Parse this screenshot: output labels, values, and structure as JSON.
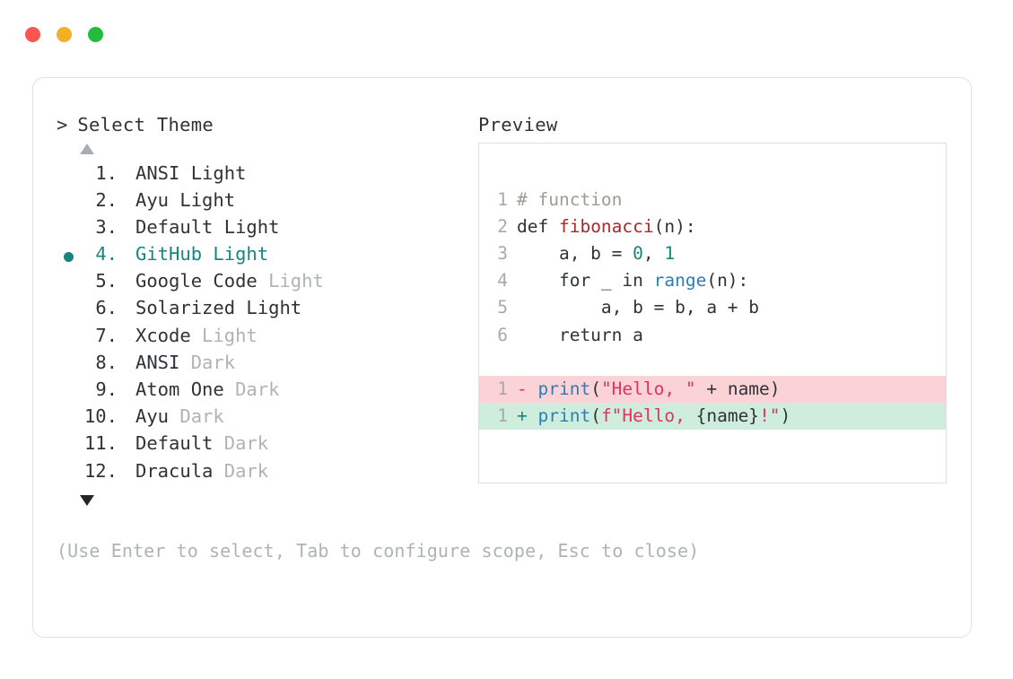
{
  "window": {
    "traffic_lights": [
      {
        "name": "close",
        "color": "#f9564f"
      },
      {
        "name": "minimize",
        "color": "#f2b029"
      },
      {
        "name": "maximize",
        "color": "#22bb3b"
      }
    ]
  },
  "selector": {
    "prompt_caret": ">",
    "title": "Select Theme",
    "scroll_up_icon": "triangle-up",
    "scroll_down_icon": "triangle-down",
    "selected_index": 4,
    "selected_color": "#17867e",
    "items": [
      {
        "number": "1.",
        "name": "ANSI Light",
        "variant": "",
        "selected": false
      },
      {
        "number": "2.",
        "name": "Ayu Light",
        "variant": "",
        "selected": false
      },
      {
        "number": "3.",
        "name": "Default Light",
        "variant": "",
        "selected": false
      },
      {
        "number": "4.",
        "name": "GitHub Light",
        "variant": "",
        "selected": true
      },
      {
        "number": "5.",
        "name": "Google Code",
        "variant": " Light",
        "selected": false
      },
      {
        "number": "6.",
        "name": "Solarized Light",
        "variant": "",
        "selected": false
      },
      {
        "number": "7.",
        "name": "Xcode",
        "variant": " Light",
        "selected": false
      },
      {
        "number": "8.",
        "name": "ANSI",
        "variant": " Dark",
        "selected": false
      },
      {
        "number": "9.",
        "name": "Atom One",
        "variant": " Dark",
        "selected": false
      },
      {
        "number": "10.",
        "name": "Ayu",
        "variant": " Dark",
        "selected": false
      },
      {
        "number": "11.",
        "name": "Default",
        "variant": " Dark",
        "selected": false
      },
      {
        "number": "12.",
        "name": "Dracula",
        "variant": " Dark",
        "selected": false
      }
    ]
  },
  "preview": {
    "title": "Preview",
    "code_lines": [
      {
        "number": "1",
        "tokens": [
          {
            "t": "# function",
            "c": "comment"
          }
        ]
      },
      {
        "number": "2",
        "tokens": [
          {
            "t": "def ",
            "c": "plain"
          },
          {
            "t": "fibonacci",
            "c": "func"
          },
          {
            "t": "(n):",
            "c": "plain"
          }
        ]
      },
      {
        "number": "3",
        "tokens": [
          {
            "t": "    a, b = ",
            "c": "plain"
          },
          {
            "t": "0",
            "c": "num"
          },
          {
            "t": ", ",
            "c": "plain"
          },
          {
            "t": "1",
            "c": "num"
          }
        ]
      },
      {
        "number": "4",
        "tokens": [
          {
            "t": "    for _ in ",
            "c": "plain"
          },
          {
            "t": "range",
            "c": "builtin"
          },
          {
            "t": "(n):",
            "c": "plain"
          }
        ]
      },
      {
        "number": "5",
        "tokens": [
          {
            "t": "        a, b = b, a + b",
            "c": "plain"
          }
        ]
      },
      {
        "number": "6",
        "tokens": [
          {
            "t": "    return a",
            "c": "plain"
          }
        ]
      }
    ],
    "diff_lines": [
      {
        "number": "1",
        "mark": "-",
        "kind": "removed",
        "tokens": [
          {
            "t": "print",
            "c": "call"
          },
          {
            "t": "(",
            "c": "plain"
          },
          {
            "t": "\"Hello, \"",
            "c": "string"
          },
          {
            "t": " + name)",
            "c": "plain"
          }
        ]
      },
      {
        "number": "1",
        "mark": "+",
        "kind": "added",
        "tokens": [
          {
            "t": "print",
            "c": "call"
          },
          {
            "t": "(",
            "c": "plain"
          },
          {
            "t": "f\"Hello, ",
            "c": "string"
          },
          {
            "t": "{name}",
            "c": "plain"
          },
          {
            "t": "!\"",
            "c": "string"
          },
          {
            "t": ")",
            "c": "plain"
          }
        ]
      }
    ]
  },
  "footer": {
    "hint": "(Use Enter to select, Tab to configure scope, Esc to close)"
  }
}
